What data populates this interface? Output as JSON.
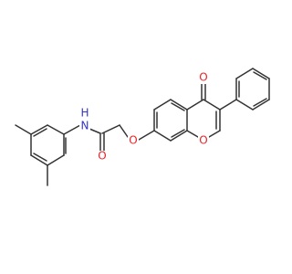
{
  "molecule": {
    "atoms": [
      {
        "id": "o_carbonyl",
        "label": "O",
        "color": "#e8242a"
      },
      {
        "id": "o_ring",
        "label": "O",
        "color": "#e8242a"
      },
      {
        "id": "o_ether",
        "label": "O",
        "color": "#e8242a"
      },
      {
        "id": "o_amide",
        "label": "O",
        "color": "#e8242a"
      },
      {
        "id": "n_amide",
        "label": "N",
        "color": "#3333cc"
      },
      {
        "id": "h_amide",
        "label": "H",
        "color": "#3333cc"
      }
    ],
    "colors": {
      "bond": "#333333",
      "oxygen": "#e8242a",
      "nitrogen": "#3333cc"
    }
  }
}
